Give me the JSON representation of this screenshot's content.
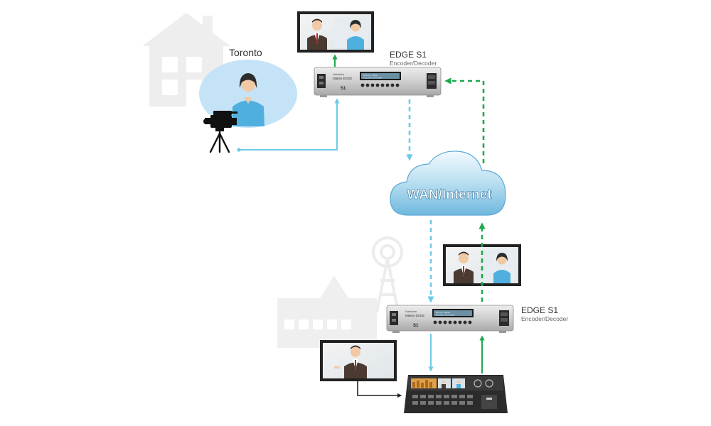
{
  "labels": {
    "location": "Toronto",
    "edge_top_title": "EDGE S1",
    "edge_top_subtitle": "Encoder/Decoder",
    "edge_bottom_title": "EDGE S1",
    "edge_bottom_subtitle": "Encoder/Decoder",
    "cloud": "WAN/Internet"
  },
  "device_panel": {
    "logo": "Haivision",
    "model": "Makito EDGE",
    "lcd_line1": "Makito EDGE",
    "lcd_line2": "Encoder/Decoder",
    "badge": "S1"
  },
  "colors": {
    "encode_flow": "#6ccbe8",
    "decode_flow": "#1fa84f",
    "local_link": "#222222",
    "cloud_text": "#ffffff"
  },
  "icons": [
    "house-icon",
    "camera-icon",
    "tripod-icon",
    "tower-icon",
    "studio-icon"
  ]
}
